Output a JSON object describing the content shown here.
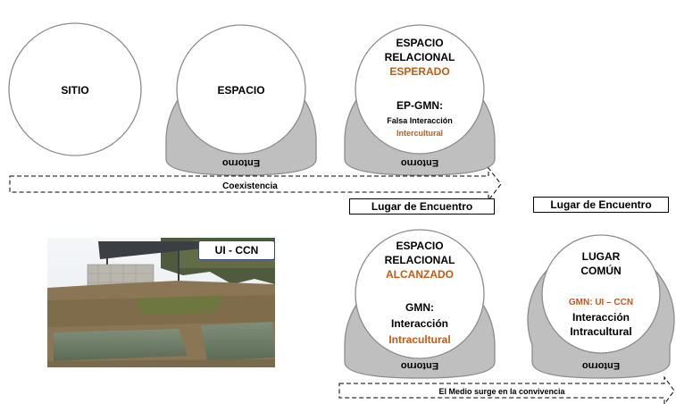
{
  "colors": {
    "accent": "#c55a11",
    "ring_fill": "#bfbfbf",
    "ring_stroke": "#8c8c8c"
  },
  "nodes": {
    "sitio": {
      "label": "SITIO"
    },
    "espacio": {
      "label": "ESPACIO",
      "entorno": "Entorno"
    },
    "esperado": {
      "line1": "ESPACIO",
      "line2": "RELACIONAL",
      "line3": "ESPERADO",
      "sub1": "EP-GMN:",
      "sub2": "Falsa Interacción",
      "sub3": "Intercultural",
      "entorno": "Entorno"
    },
    "alcanzado": {
      "header": "Lugar de Encuentro",
      "line1": "ESPACIO",
      "line2": "RELACIONAL",
      "line3": "ALCANZADO",
      "sub1": "GMN:",
      "sub2": "Interacción",
      "sub3": "Intracultural",
      "entorno": "Entorno"
    },
    "comun": {
      "header": "Lugar de Encuentro",
      "line1": "LUGAR",
      "line2": "COMÚN",
      "sub1": "GMN: UI – CCN",
      "sub2": "Interacción",
      "sub3": "Intracultural",
      "entorno": "Entorno"
    }
  },
  "arrows": {
    "top": "Coexistencia",
    "bottom": "El Medio surge en la convivencia"
  },
  "photo": {
    "label": "UI - CCN"
  }
}
